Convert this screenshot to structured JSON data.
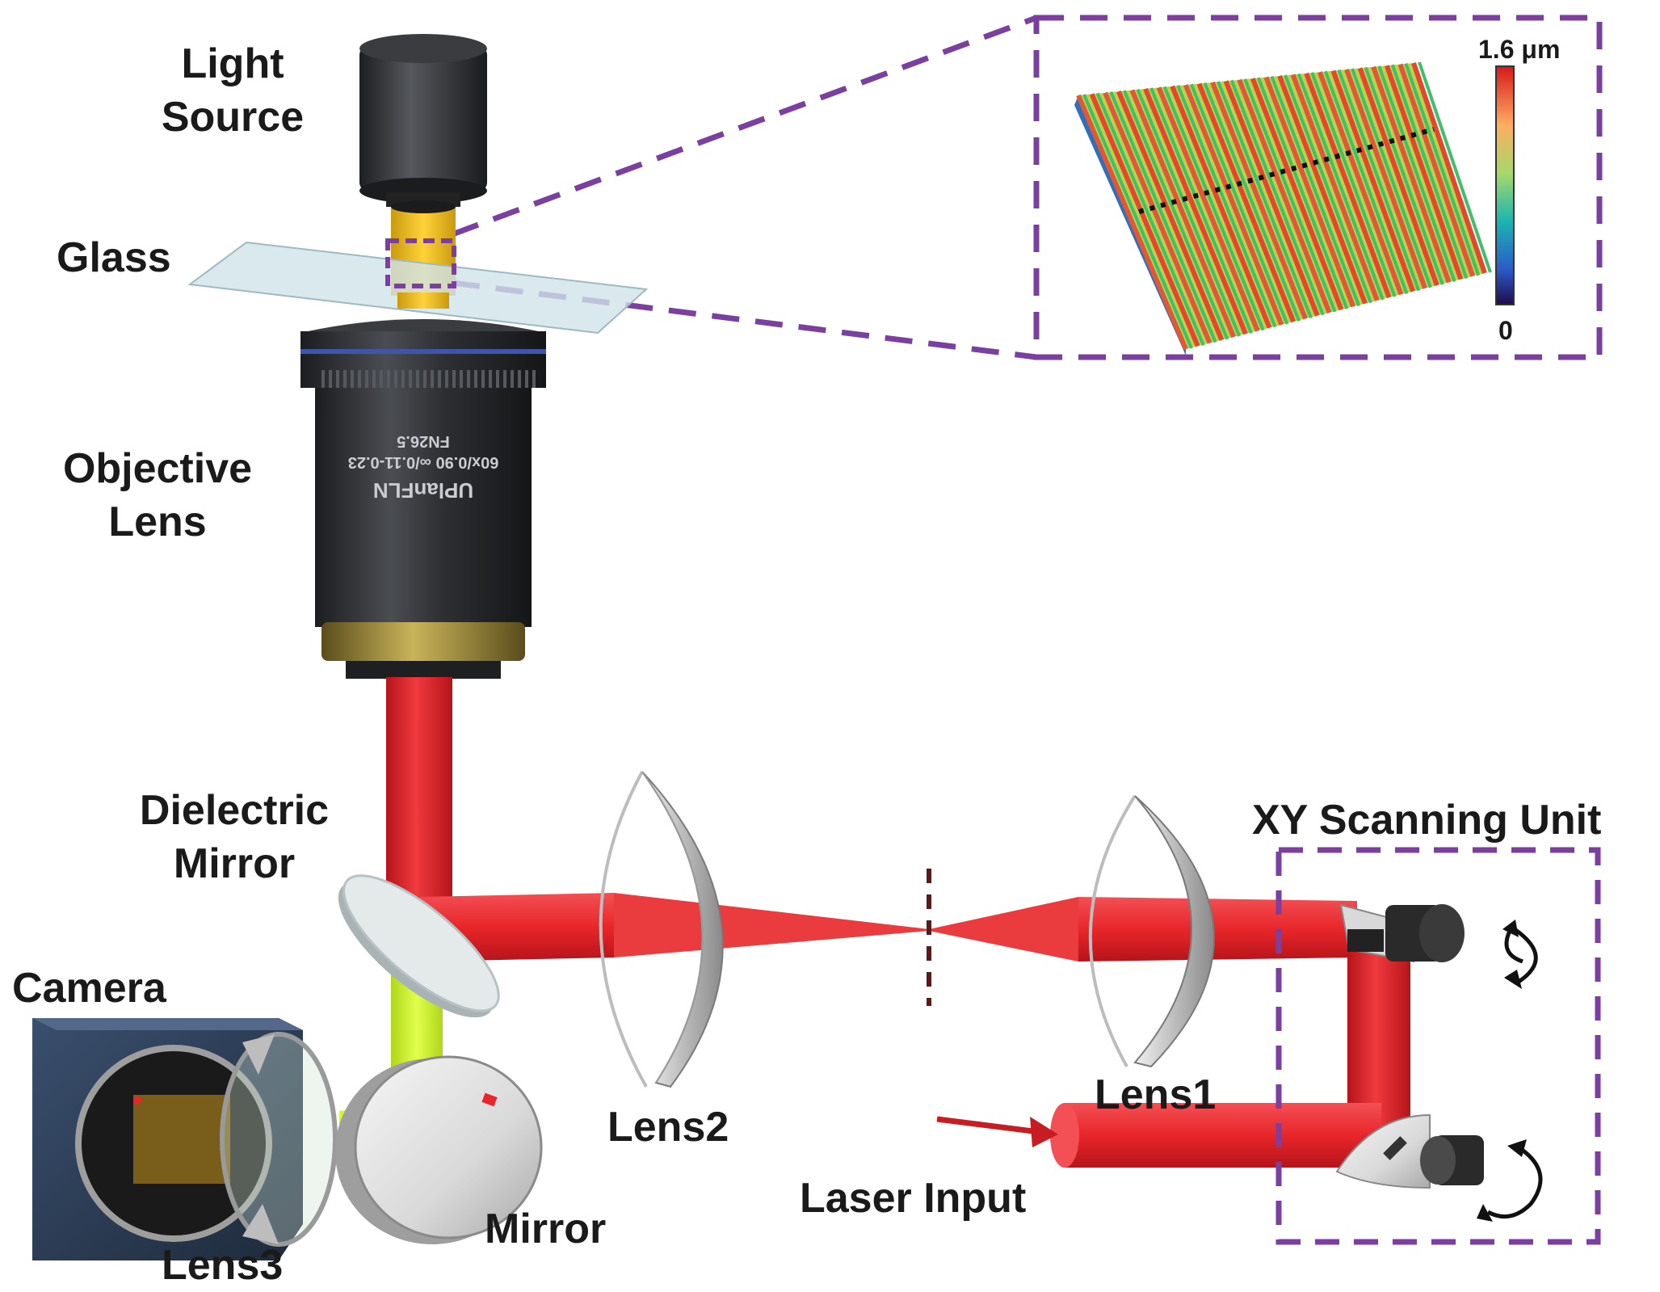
{
  "labels": {
    "light_source_1": "Light",
    "light_source_2": "Source",
    "glass": "Glass",
    "objective_1": "Objective",
    "objective_2": "Lens",
    "dielectric_1": "Dielectric",
    "dielectric_2": "Mirror",
    "camera": "Camera",
    "lens3": "Lens3",
    "mirror": "Mirror",
    "lens2": "Lens2",
    "laser_input": "Laser Input",
    "lens1": "Lens1",
    "xy_unit": "XY Scanning Unit",
    "objective_engraving_1": "UPlanFLN",
    "objective_engraving_2": "60x/0.90 ∞/0.11-0.23",
    "objective_engraving_3": "FN26.5"
  },
  "colorbar": {
    "max_label": "1.6 μm",
    "min_label": "0"
  },
  "colors": {
    "laser": "#e8262a",
    "fluorescence": "#c6f000",
    "light_source": "#f4c21b",
    "dashed_box": "#7b3fa0",
    "objective_body": "#2b2d30",
    "objective_ring": "#b09a3a",
    "glass": "#cfe3ea"
  }
}
